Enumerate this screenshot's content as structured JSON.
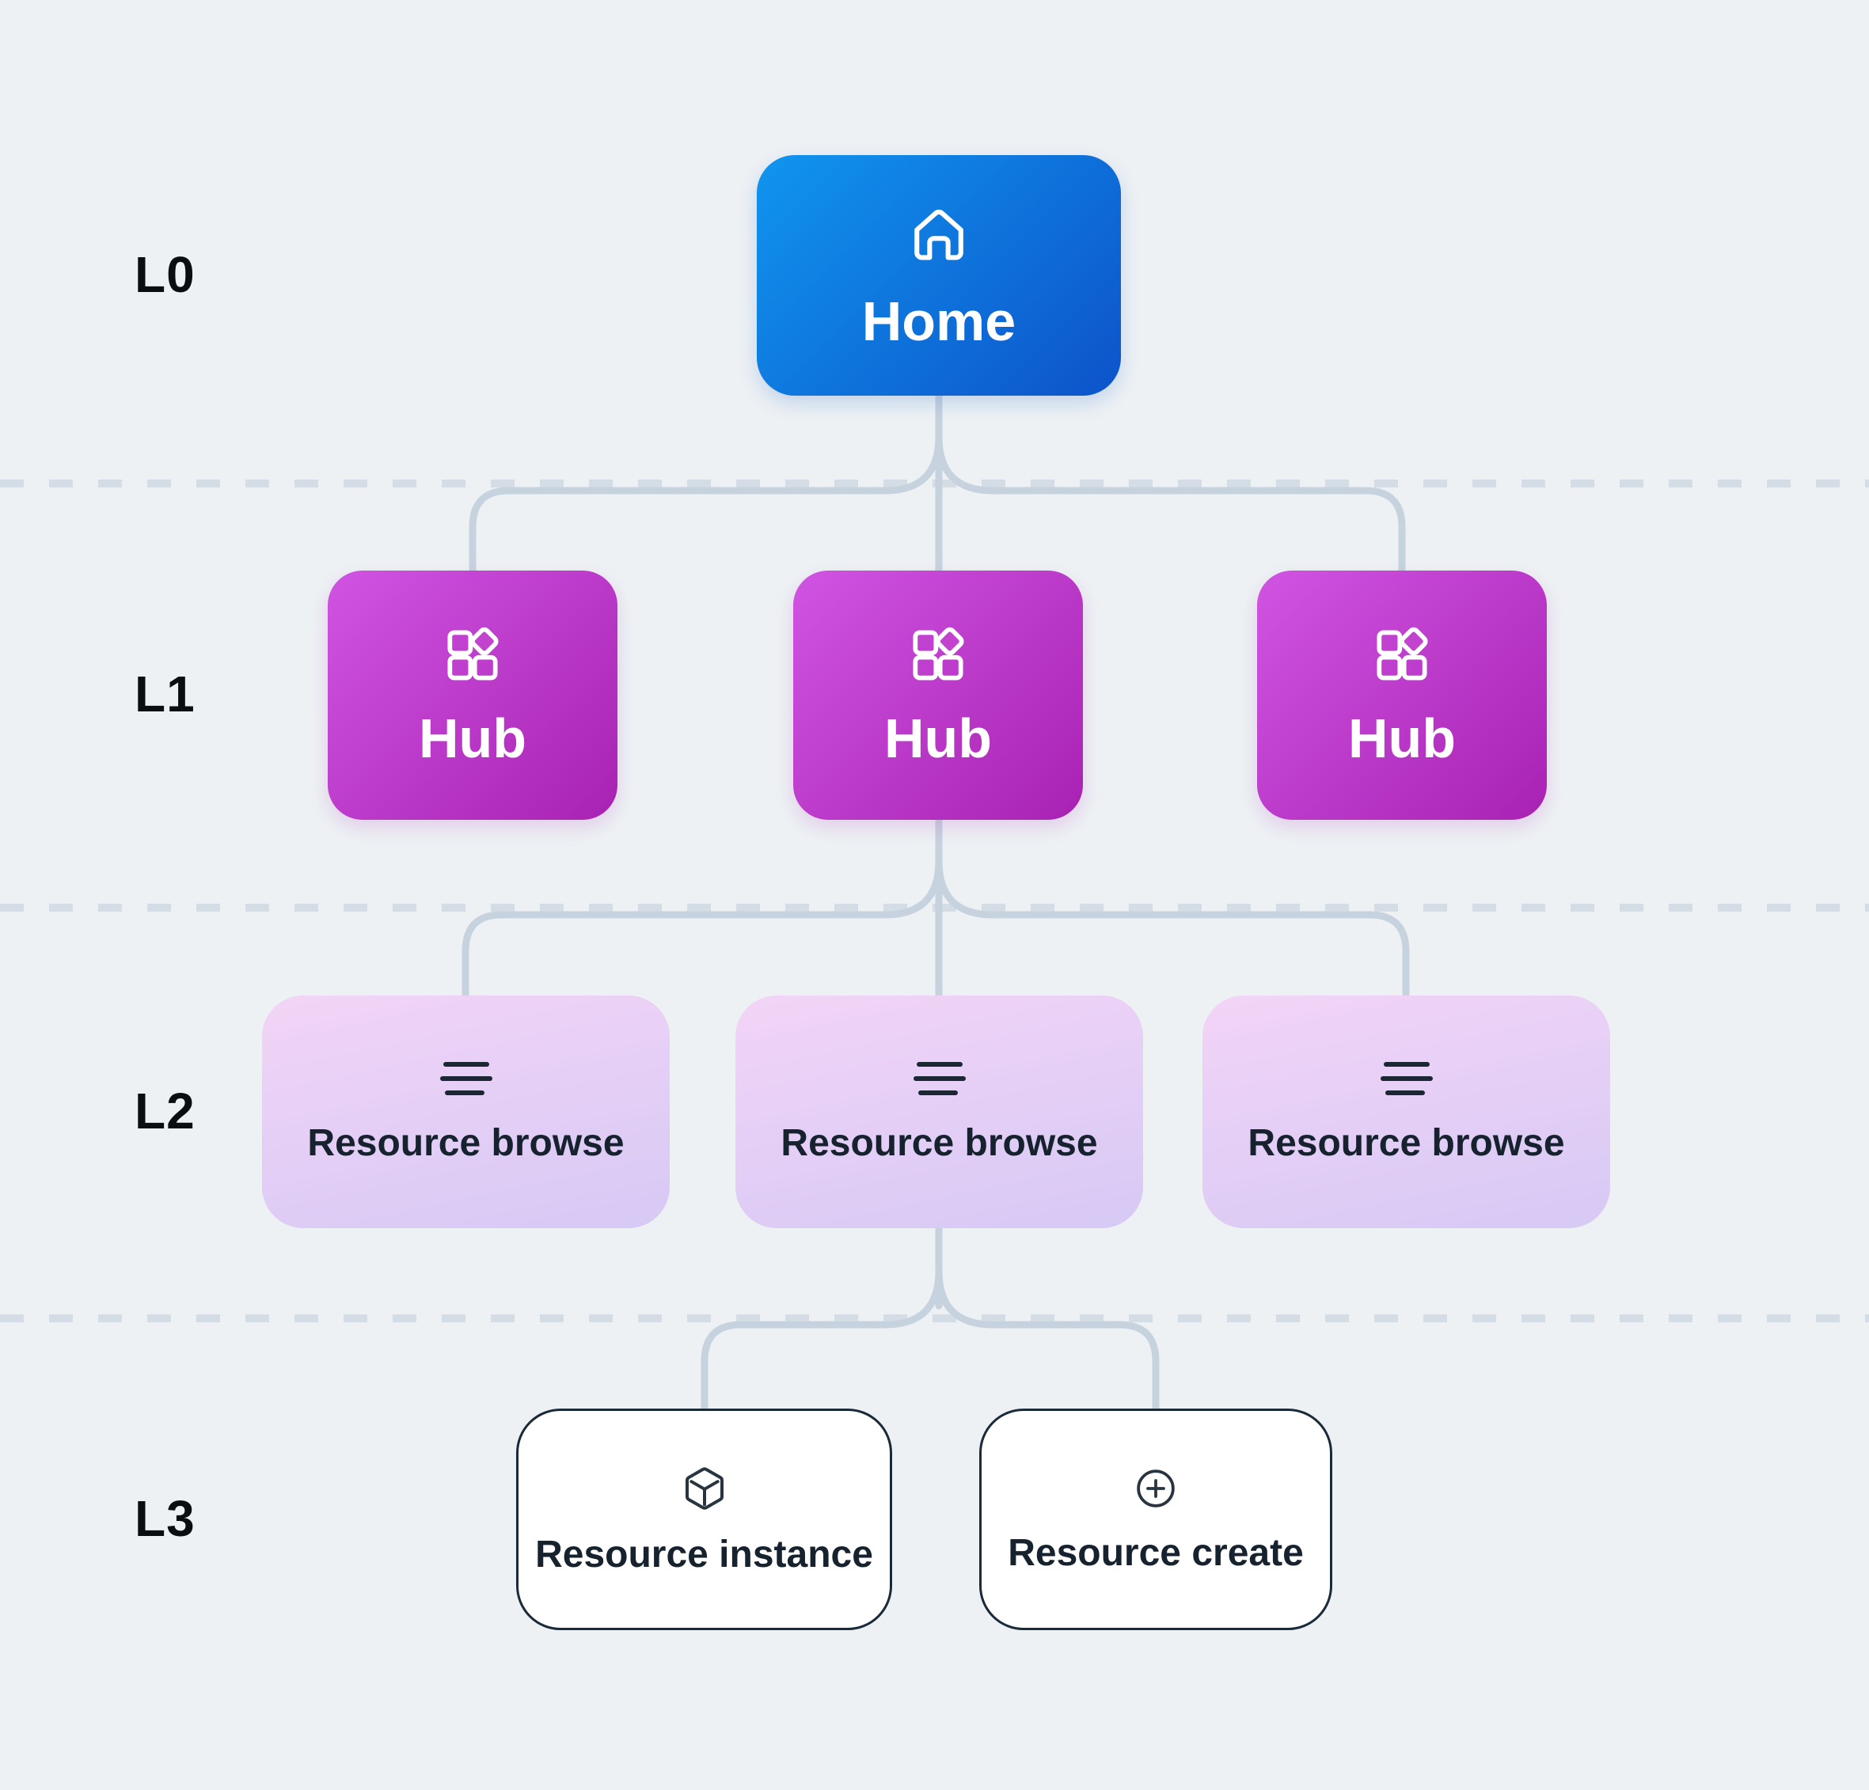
{
  "levels": [
    {
      "label": "L0",
      "nodes": [
        {
          "label": "Home",
          "icon": "home-icon"
        }
      ]
    },
    {
      "label": "L1",
      "nodes": [
        {
          "label": "Hub",
          "icon": "apps-icon"
        },
        {
          "label": "Hub",
          "icon": "apps-icon"
        },
        {
          "label": "Hub",
          "icon": "apps-icon"
        }
      ]
    },
    {
      "label": "L2",
      "nodes": [
        {
          "label": "Resource browse",
          "icon": "text-lines-icon"
        },
        {
          "label": "Resource browse",
          "icon": "text-lines-icon"
        },
        {
          "label": "Resource browse",
          "icon": "text-lines-icon"
        }
      ]
    },
    {
      "label": "L3",
      "nodes": [
        {
          "label": "Resource instance",
          "icon": "cube-icon"
        },
        {
          "label": "Resource create",
          "icon": "add-circle-icon"
        }
      ]
    }
  ],
  "colors": {
    "background": "#edf1f4",
    "home_gradient_start": "#1095ef",
    "home_gradient_end": "#0d53c9",
    "hub_gradient_start": "#d054e2",
    "hub_gradient_end": "#a822b2",
    "browse_gradient_start": "#f3d4f6",
    "browse_gradient_end": "#d6c9f5",
    "connector": "#c6d3de",
    "dashed_line": "#d4dde6",
    "dark_text": "#16222e",
    "node_border": "#1b2a38"
  }
}
